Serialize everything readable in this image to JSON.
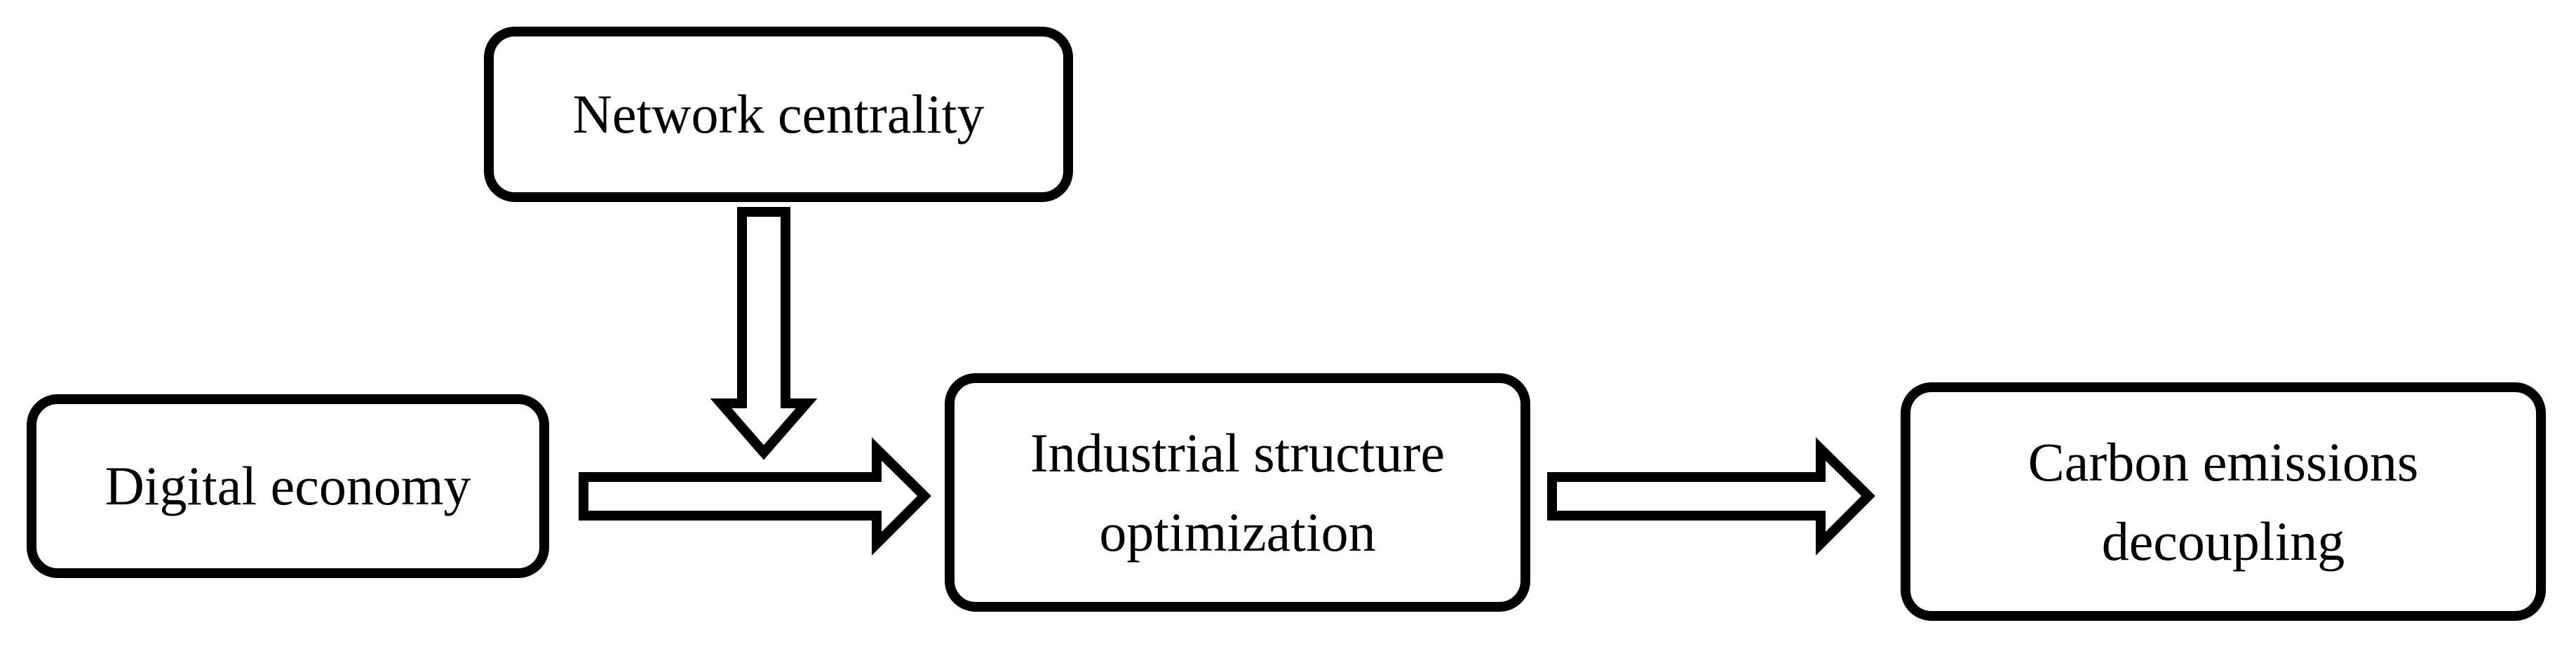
{
  "diagram": {
    "nodes": {
      "network": {
        "label": "Network centrality"
      },
      "digital": {
        "label": "Digital economy"
      },
      "industrial": {
        "label": "Industrial structure\noptimization"
      },
      "carbon": {
        "label": "Carbon emissions\ndecoupling"
      }
    },
    "edges": [
      {
        "from": "digital",
        "to": "industrial",
        "style": "hollow-block-arrow"
      },
      {
        "from": "industrial",
        "to": "carbon",
        "style": "hollow-block-arrow"
      },
      {
        "from": "network",
        "to": "digital-industrial-link",
        "style": "hollow-block-arrow"
      }
    ]
  }
}
